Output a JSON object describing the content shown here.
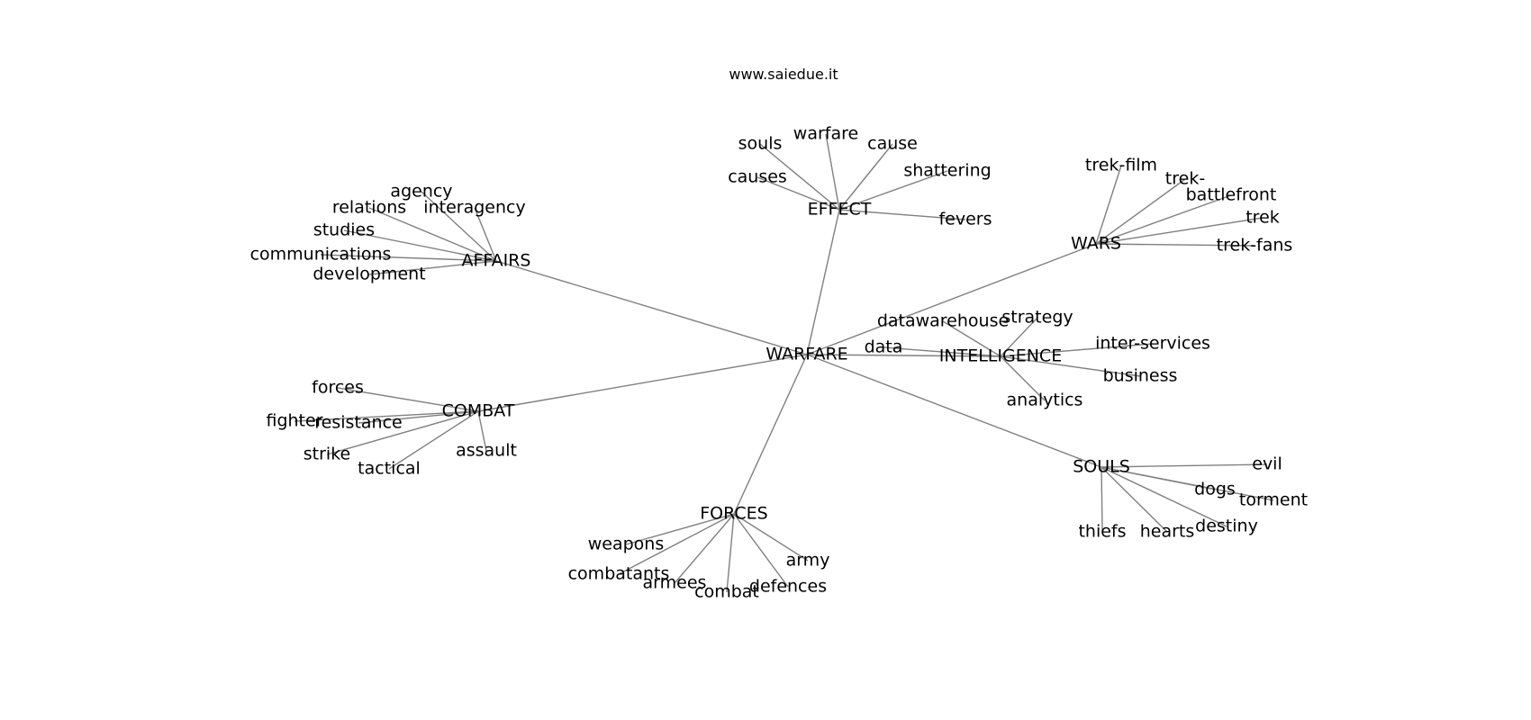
{
  "header": {
    "site": "www.saiedue.it"
  },
  "graph": {
    "edge_color": "#808080",
    "text_color": "#000000",
    "root": "WARFARE",
    "hubs": [
      {
        "label": "EFFECT",
        "leaves": [
          "souls",
          "warfare",
          "cause",
          "causes",
          "shattering",
          "fevers"
        ]
      },
      {
        "label": "AFFAIRS",
        "leaves": [
          "agency",
          "relations",
          "interagency",
          "studies",
          "communications",
          "development"
        ]
      },
      {
        "label": "WARS",
        "leaves": [
          "trek-film",
          "trek-",
          "battlefront",
          "trek",
          "trek-fans"
        ]
      },
      {
        "label": "INTELLIGENCE",
        "leaves": [
          "datawarehouse",
          "strategy",
          "data",
          "inter-services",
          "business",
          "analytics"
        ]
      },
      {
        "label": "COMBAT",
        "leaves": [
          "forces",
          "fighter",
          "resistance",
          "strike",
          "assault",
          "tactical"
        ]
      },
      {
        "label": "SOULS",
        "leaves": [
          "evil",
          "dogs",
          "torment",
          "thiefs",
          "hearts",
          "destiny"
        ]
      },
      {
        "label": "FORCES",
        "leaves": [
          "weapons",
          "combatants",
          "armees",
          "combat",
          "defences",
          "army"
        ]
      }
    ]
  }
}
